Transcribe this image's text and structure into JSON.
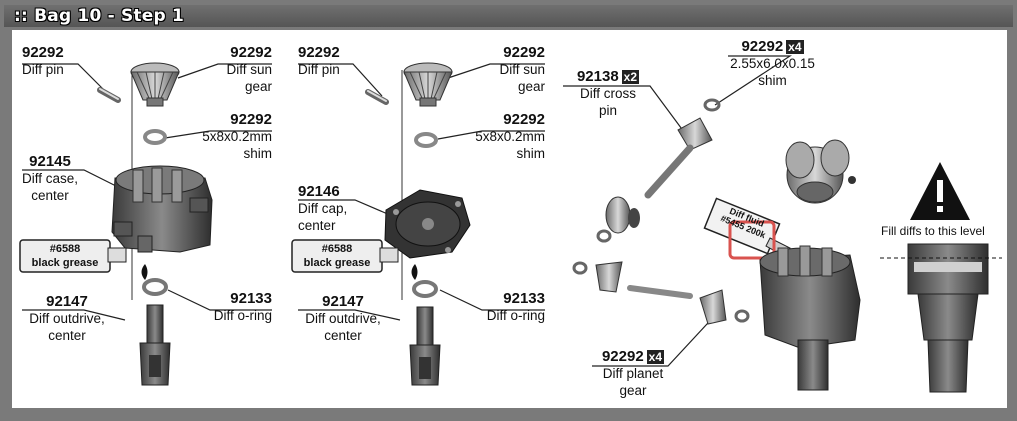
{
  "header": {
    "title": ":: Bag 10 - Step 1"
  },
  "left": {
    "diff_pin": {
      "number": "92292",
      "name": "Diff pin"
    },
    "sun_gear": {
      "number": "92292",
      "name_1": "Diff sun",
      "name_2": "gear"
    },
    "shim": {
      "number": "92292",
      "spec": "5x8x0.2mm",
      "name": "shim"
    },
    "case": {
      "number": "92145",
      "name_1": "Diff case,",
      "name_2": "center"
    },
    "grease": {
      "code": "#6588",
      "name": "black grease"
    },
    "outdrive": {
      "number": "92147",
      "name_1": "Diff outdrive,",
      "name_2": "center"
    },
    "oring": {
      "number": "92133",
      "name": "Diff o-ring"
    }
  },
  "middle": {
    "diff_pin": {
      "number": "92292",
      "name": "Diff pin"
    },
    "sun_gear": {
      "number": "92292",
      "name_1": "Diff sun",
      "name_2": "gear"
    },
    "shim": {
      "number": "92292",
      "spec": "5x8x0.2mm",
      "name": "shim"
    },
    "cap": {
      "number": "92146",
      "name_1": "Diff cap,",
      "name_2": "center"
    },
    "grease": {
      "code": "#6588",
      "name": "black grease"
    },
    "outdrive": {
      "number": "92147",
      "name_1": "Diff outdrive,",
      "name_2": "center"
    },
    "oring": {
      "number": "92133",
      "name": "Diff o-ring"
    }
  },
  "right": {
    "shim": {
      "number": "92292",
      "qty": "x4",
      "spec": "2.55x6.0x0.15",
      "name": "shim"
    },
    "cross_pin": {
      "number": "92138",
      "qty": "x2",
      "name_1": "Diff cross",
      "name_2": "pin"
    },
    "planet_gear": {
      "number": "92292",
      "qty": "x4",
      "name_1": "Diff planet",
      "name_2": "gear"
    },
    "fluid": {
      "line_1": "Diff fluid",
      "line_2": "#5455 200k"
    },
    "fill_note": "Fill diffs to this level"
  },
  "colors": {
    "header_bg": "#5f5f5f",
    "frame": "#7a7a7a",
    "highlight": "#d9534f"
  }
}
